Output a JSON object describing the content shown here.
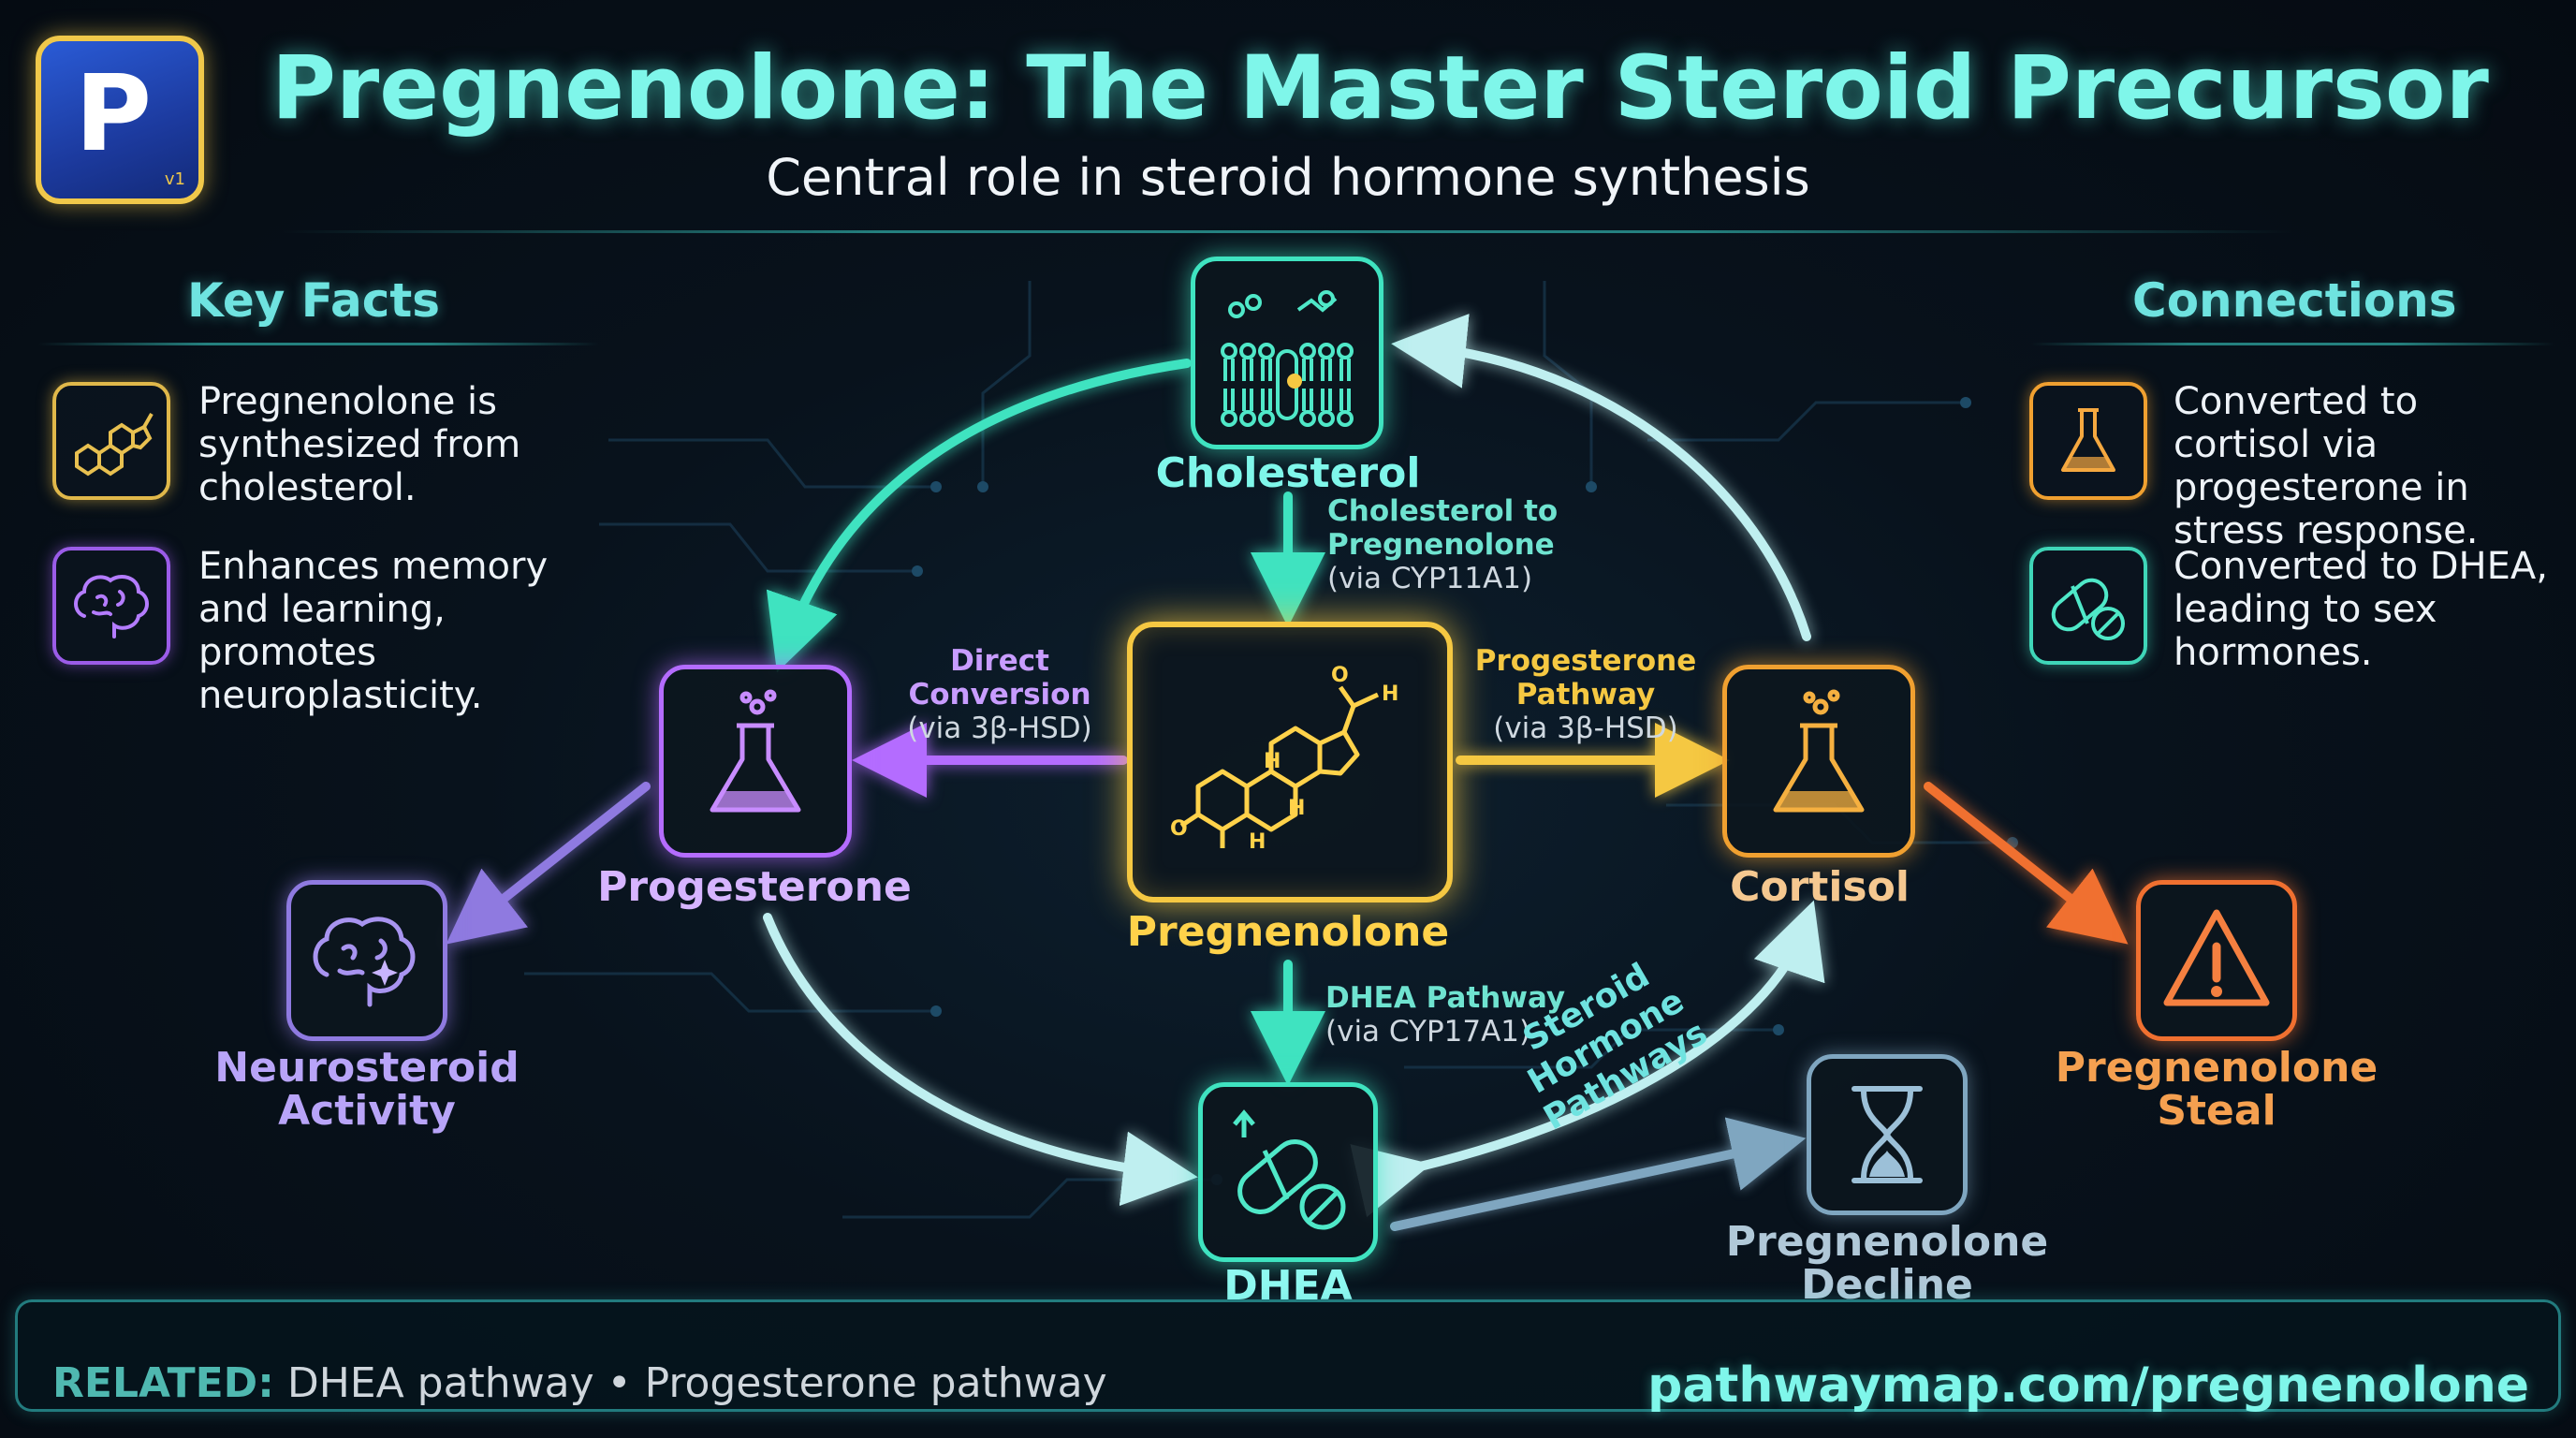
{
  "logo": {
    "glyph": "P",
    "version": "v1"
  },
  "header": {
    "title": "Pregnenolone: The Master Steroid Precursor",
    "subtitle": "Central role in steroid hormone synthesis"
  },
  "key_facts": {
    "title": "Key Facts",
    "items": [
      {
        "icon": "steroid-molecule-icon",
        "text": "Pregnenolone is synthesized from cholesterol."
      },
      {
        "icon": "brain-icon",
        "text": "Enhances memory and learning, promotes neuroplasticity."
      }
    ]
  },
  "connections": {
    "title": "Connections",
    "items": [
      {
        "icon": "flask-icon",
        "text": "Converted to cortisol via progesterone in stress response."
      },
      {
        "icon": "capsule-icon",
        "text": "Converted to DHEA, leading to sex hormones."
      }
    ]
  },
  "nodes": {
    "cholesterol": "Cholesterol",
    "pregnenolone": "Pregnenolone",
    "progesterone": "Progesterone",
    "cortisol": "Cortisol",
    "dhea": "DHEA",
    "neurosteroid": [
      "Neurosteroid",
      "Activity"
    ],
    "steal": [
      "Pregnenolone",
      "Steal"
    ],
    "decline": [
      "Pregnenolone",
      "Decline"
    ]
  },
  "edges": {
    "chol_to_preg": {
      "label": [
        "Cholesterol to",
        "Pregnenolone"
      ],
      "enzyme": "(via CYP11A1)"
    },
    "direct": {
      "label": [
        "Direct",
        "Conversion"
      ],
      "enzyme": "(via 3β-HSD)"
    },
    "prog_path": {
      "label": [
        "Progesterone",
        "Pathway"
      ],
      "enzyme": "(via 3β-HSD)"
    },
    "dhea_path": {
      "label": "DHEA Pathway",
      "enzyme": "(via CYP17A1)"
    },
    "steroid_pathways": [
      "Steroid Hormone",
      "Pathways"
    ]
  },
  "colors": {
    "teal": "#3fe3c0",
    "purple": "#b46cff",
    "gold": "#f5c842",
    "orange": "#f0a030",
    "red_orange": "#f07030",
    "light_cyan": "#bfeff0",
    "slate": "#7fa6c0"
  },
  "footer": {
    "related_keyword": "RELATED:",
    "related_text": "DHEA pathway • Progesterone pathway",
    "url": "pathwaymap.com/pregnenolone"
  }
}
